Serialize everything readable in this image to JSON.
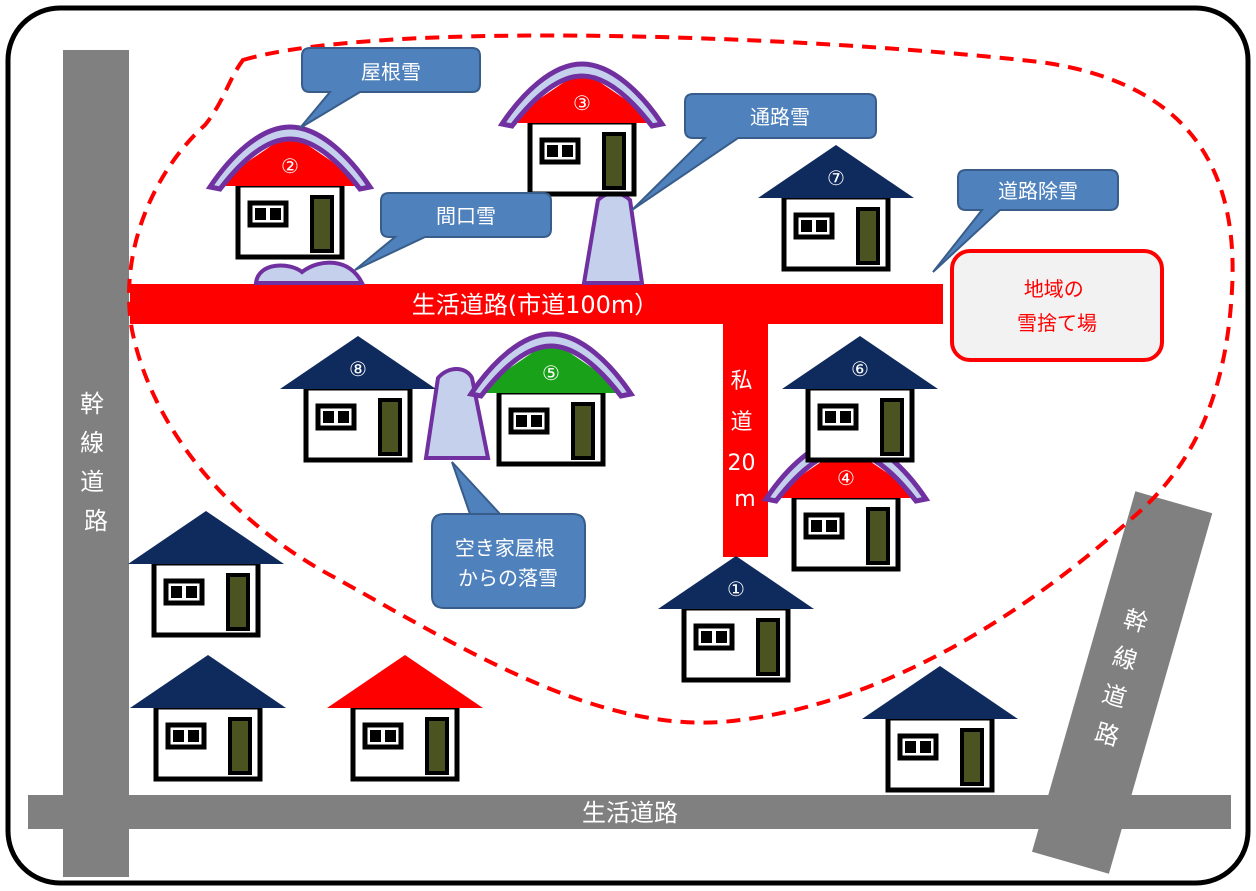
{
  "roads": {
    "trunk_left": "幹線道路",
    "trunk_right": "幹線道路",
    "main_road": "生活道路(市道100m）",
    "private_road": "私道20m",
    "bottom_road": "生活道路"
  },
  "callouts": {
    "roof_snow": "屋根雪",
    "frontage_snow": "間口雪",
    "path_snow": "通路雪",
    "road_clearing": "道路除雪",
    "vacant_house": [
      "空き家屋根",
      "からの落雪"
    ]
  },
  "dump_site": [
    "地域の",
    "雪捨て場"
  ],
  "house_numbers": [
    "①",
    "②",
    "③",
    "④",
    "⑤",
    "⑥",
    "⑦",
    "⑧"
  ],
  "colors": {
    "roof_navy": "#0f2a5c",
    "roof_red": "#ff0000",
    "roof_green": "#1aa11a",
    "road_gray": "#808080",
    "road_red": "#ff0000",
    "snow_fill": "#c5d1ec",
    "snow_outline": "#7030a0",
    "callout_fill": "#4f81bd",
    "door": "#4b5320"
  }
}
